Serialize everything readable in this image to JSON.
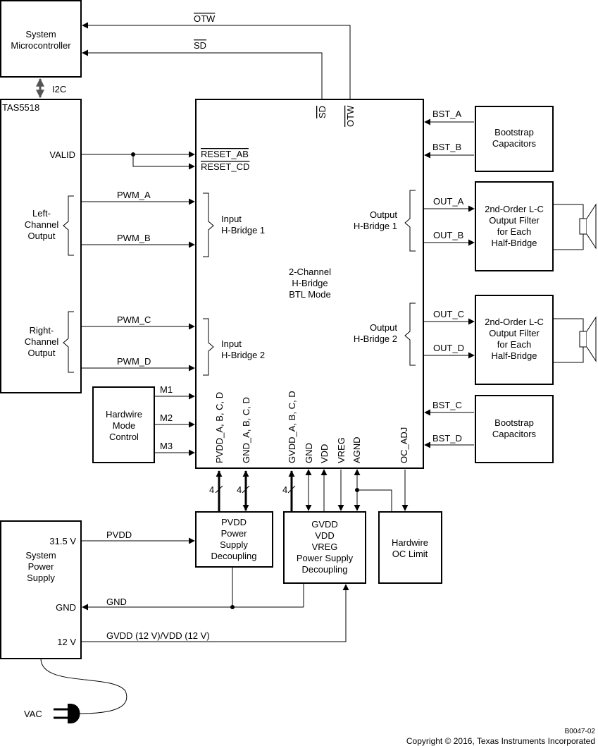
{
  "blocks": {
    "mcu": [
      "System",
      "Microcontroller"
    ],
    "tas": "TAS5518",
    "tas_inputs": {
      "valid": "VALID",
      "left": [
        "Left-",
        "Channel",
        "Output"
      ],
      "right": [
        "Right-",
        "Channel",
        "Output"
      ]
    },
    "hw_mode": [
      "Hardwire",
      "Mode",
      "Control"
    ],
    "chip_center": [
      "2-Channel",
      "H-Bridge",
      "BTL Mode"
    ],
    "input_hb1": [
      "Input",
      "H-Bridge 1"
    ],
    "input_hb2": [
      "Input",
      "H-Bridge 2"
    ],
    "output_hb1": [
      "Output",
      "H-Bridge 1"
    ],
    "output_hb2": [
      "Output",
      "H-Bridge 2"
    ],
    "bootstrap": [
      "Bootstrap",
      "Capacitors"
    ],
    "lc_filter": [
      "2nd-Order L-C",
      "Output Filter",
      "for Each",
      "Half-Bridge"
    ],
    "pvdd_decoup": [
      "PVDD",
      "Power",
      "Supply",
      "Decoupling"
    ],
    "gvdd_decoup": [
      "GVDD",
      "VDD",
      "VREG",
      "Power Supply",
      "Decoupling"
    ],
    "oc_limit": [
      "Hardwire",
      "OC Limit"
    ],
    "power_supply": [
      "System",
      "Power",
      "Supply"
    ]
  },
  "signals": {
    "otw": "OTW",
    "sd": "SD",
    "i2c": "I2C",
    "reset_ab": "RESET_AB",
    "reset_cd": "RESET_CD",
    "pwm_a": "PWM_A",
    "pwm_b": "PWM_B",
    "pwm_c": "PWM_C",
    "pwm_d": "PWM_D",
    "m1": "M1",
    "m2": "M2",
    "m3": "M3",
    "bst_a": "BST_A",
    "bst_b": "BST_B",
    "bst_c": "BST_C",
    "bst_d": "BST_D",
    "out_a": "OUT_A",
    "out_b": "OUT_B",
    "out_c": "OUT_C",
    "out_d": "OUT_D",
    "pvdd_abcd": "PVDD_A, B, C, D",
    "gnd_abcd": "GND_A, B, C, D",
    "gvdd_abcd": "GVDD_A, B, C, D",
    "gnd": "GND",
    "vdd": "VDD",
    "vreg": "VREG",
    "agnd": "AGND",
    "oc_adj": "OC_ADJ",
    "bus_width": "4",
    "v31": "31.5 V",
    "pvdd": "PVDD",
    "ps_gnd": "GND",
    "gnd_rail": "GND",
    "v12": "12 V",
    "gvdd_rail": "GVDD (12 V)/VDD (12 V)",
    "vac": "VAC"
  },
  "footer": {
    "code": "B0047-02",
    "copyright": "Copyright © 2016, Texas Instruments Incorporated"
  }
}
